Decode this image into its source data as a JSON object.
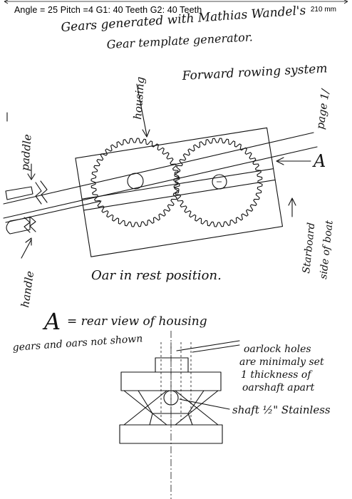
{
  "header": {
    "spec": "Angle = 25    Pitch =4    G1: 40 Teeth    G2: 40 Teeth",
    "width_label": "210 mm"
  },
  "gears": [
    {
      "name": "G1",
      "teeth": 40
    },
    {
      "name": "G2",
      "teeth": 40
    }
  ],
  "notes": {
    "credit_line1": "Gears generated with Mathias Wandel's",
    "credit_line2": "Gear template generator.",
    "title": "Forward rowing system",
    "page_ref": "page 1/",
    "housing": "housing",
    "paddle": "paddle",
    "handle": "handle",
    "marker_a": "A",
    "starboard_line1": "Starboard",
    "starboard_line2": "side of boat",
    "rest_position": "Oar in rest position.",
    "rear_view_a": "A",
    "rear_view": "= rear view of housing",
    "gears_not_shown": "gears and oars not shown",
    "oarlock_line1": "oarlock holes",
    "oarlock_line2": "are minimaly set",
    "oarlock_line3": "1 thickness of",
    "oarlock_line4": "oarshaft apart",
    "shaft": "shaft ½\" Stainless"
  },
  "colors": {
    "ink": "#111111",
    "paper": "#ffffff"
  }
}
